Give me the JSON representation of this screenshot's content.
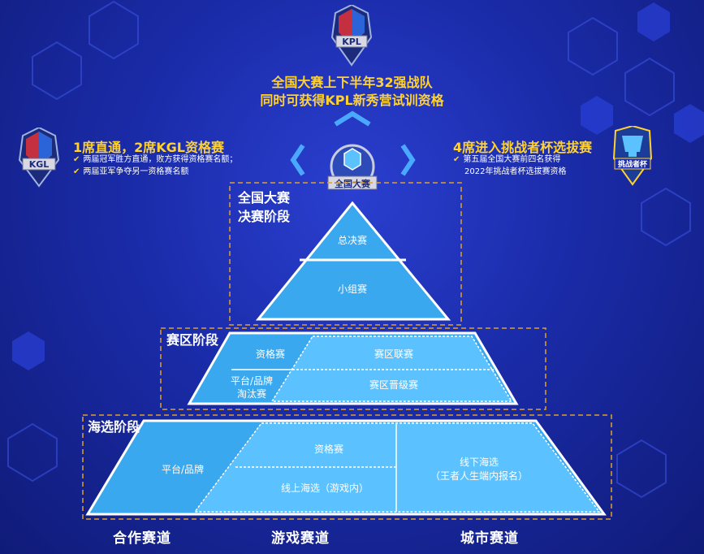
{
  "top_badge": {
    "label": "KPL"
  },
  "top_text": {
    "line1": "全国大赛上下半年32强战队",
    "line2": "同时可获得KPL新秀营试训资格"
  },
  "left_badge": {
    "label": "KGL"
  },
  "left_info": {
    "title": "1席直通，2席KGL资格赛",
    "items": [
      "两届冠军胜方直通，败方获得资格赛名额；",
      "两届亚军争夺另一资格赛名额"
    ]
  },
  "center_badge": {
    "label": "全国大赛"
  },
  "right_badge": {
    "label": "挑战者杯"
  },
  "right_info": {
    "title": "4席进入挑战者杯选拔赛",
    "lines": [
      "第五届全国大赛前四名获得",
      "2022年挑战者杯选拔赛资格"
    ]
  },
  "stages": {
    "national": {
      "line1": "全国大赛",
      "line2": "决赛阶段",
      "final": "总决赛",
      "group": "小组赛"
    },
    "regional": {
      "title": "赛区阶段",
      "qualifier": "资格赛",
      "platform": "平台/品牌\n淘汰赛",
      "league": "赛区联赛",
      "promotion": "赛区晋级赛"
    },
    "audition": {
      "title": "海选阶段",
      "platform": "平台/品牌",
      "qualifier": "资格赛",
      "online": "线上海选（游戏内）",
      "offline_line1": "线下海选",
      "offline_line2": "（王者人生端内报名）"
    }
  },
  "tracks": [
    "合作赛道",
    "游戏赛道",
    "城市赛道"
  ],
  "colors": {
    "gold": "#ffd230",
    "tier_fill": "#38a4ee",
    "tier_fill_light": "#5cc2ff",
    "arrow": "#4aa8ff",
    "dashed": "#e0a02a"
  }
}
